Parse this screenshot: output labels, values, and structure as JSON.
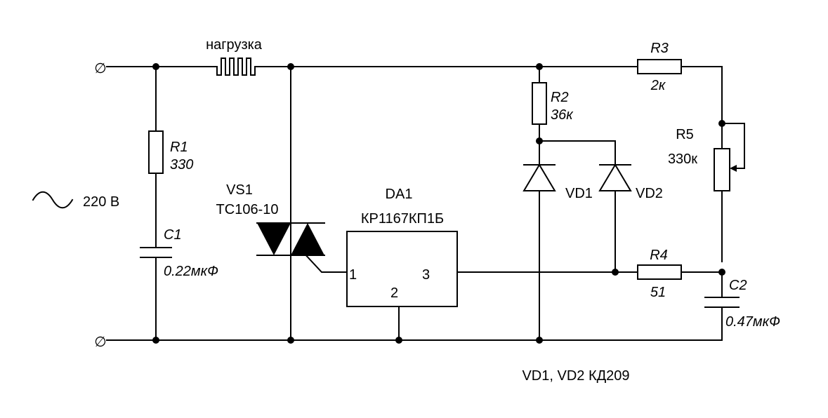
{
  "supply": {
    "terminal_top": "∅",
    "terminal_bottom": "∅",
    "voltage": "220 В"
  },
  "load": {
    "label": "нагрузка"
  },
  "r1": {
    "name": "R1",
    "value": "330"
  },
  "c1": {
    "name": "C1",
    "value": "0.22мкФ"
  },
  "vs1": {
    "name": "VS1",
    "type": "ТС106-10"
  },
  "da1": {
    "name": "DA1",
    "type": "КР1167КП1Б",
    "pin1": "1",
    "pin2": "2",
    "pin3": "3"
  },
  "r2": {
    "name": "R2",
    "value": "36к"
  },
  "r3": {
    "name": "R3",
    "value": "2к"
  },
  "r4": {
    "name": "R4",
    "value": "51"
  },
  "r5": {
    "name": "R5",
    "value": "330к"
  },
  "c2": {
    "name": "C2",
    "value": "0.47мкФ"
  },
  "vd1": {
    "name": "VD1"
  },
  "vd2": {
    "name": "VD2"
  },
  "note": "VD1, VD2 КД209"
}
